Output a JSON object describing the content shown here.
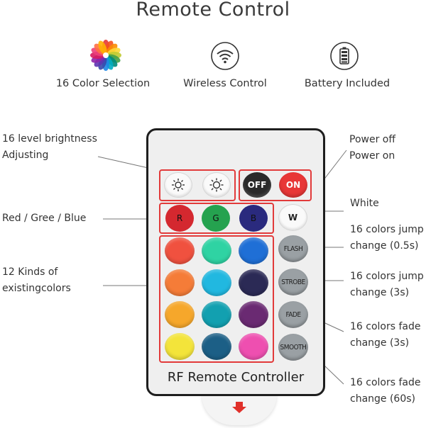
{
  "title": "Remote Control",
  "features": [
    {
      "icon": "color-wheel-icon",
      "label": "16 Color Selection"
    },
    {
      "icon": "wifi-icon",
      "label": "Wireless Control"
    },
    {
      "icon": "battery-icon",
      "label": "Battery Included"
    }
  ],
  "callouts": {
    "brightness": [
      "16 level brightness",
      "Adjusting"
    ],
    "power": [
      "Power off",
      "Power on"
    ],
    "rgb": "Red / Gree / Blue",
    "white": "White",
    "flash": [
      "16 colors jump",
      "change (0.5s)"
    ],
    "existing": [
      "12 Kinds of",
      "existingcolors"
    ],
    "strobe": [
      "16 colors jump",
      "change (3s)"
    ],
    "fade": [
      "16 colors fade",
      "change (3s)"
    ],
    "smooth": [
      "16 colors fade",
      "change (60s)"
    ]
  },
  "remote": {
    "buttons": {
      "off": "OFF",
      "on": "ON",
      "r": "R",
      "g": "G",
      "b": "B",
      "w": "W",
      "flash": "FLASH",
      "strobe": "STROBE",
      "fade": "FADE",
      "smooth": "SMOOTH"
    },
    "color_grid": [
      "#f0513f",
      "#2fd3a3",
      "#1f6fd6",
      "#f57c38",
      "#21b8e0",
      "#2b2a55",
      "#f6a72b",
      "#12a0b0",
      "#6a2a72",
      "#f3e43a",
      "#1c5f86",
      "#ee4fb0"
    ],
    "label": "RF Remote Controller"
  },
  "colors": {
    "highlight": "#e23a3a",
    "arrow": "#e0302a"
  }
}
